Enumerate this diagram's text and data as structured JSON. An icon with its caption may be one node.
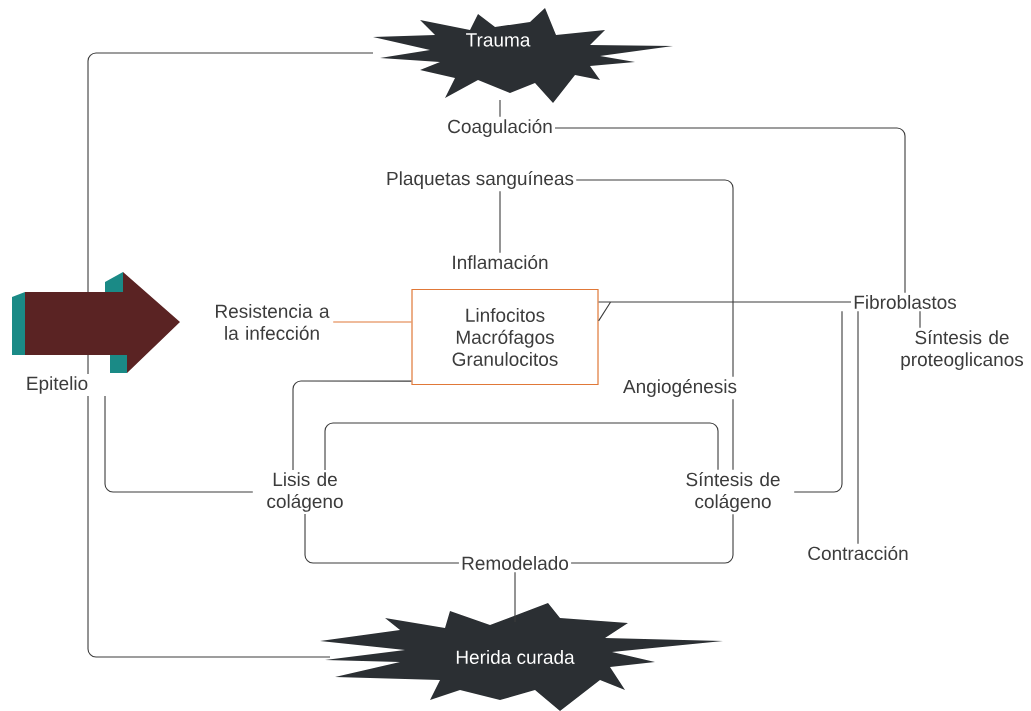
{
  "diagram": {
    "nodes": [
      {
        "text": [
          "Trauma"
        ]
      },
      {
        "text": [
          "Coagulación"
        ]
      },
      {
        "text": [
          "Plaquetas sanguíneas"
        ]
      },
      {
        "text": [
          "Inflamación"
        ]
      },
      {
        "text": [
          "Linfocitos Macrófagos Granulocitos"
        ]
      },
      {
        "text": [
          "Resistencia a la infección"
        ]
      },
      {
        "text": [
          "Epitelio"
        ]
      },
      {
        "text": [
          "Fibroblastos"
        ]
      },
      {
        "text": [
          "Síntesis de proteoglicanos"
        ]
      },
      {
        "text": [
          "Angiogénesis"
        ]
      },
      {
        "text": [
          "Lisis de colágeno"
        ]
      },
      {
        "text": [
          "Síntesis de colágeno"
        ]
      },
      {
        "text": [
          "Contracción"
        ]
      },
      {
        "text": [
          "Remodelado"
        ]
      },
      {
        "text": [
          "Herida curada"
        ]
      }
    ],
    "edges": [
      {
        "from": 0,
        "to": 1,
        "arrow": "none"
      },
      {
        "from": 0,
        "to": 6,
        "arrow": "none"
      },
      {
        "from": 1,
        "to": 7,
        "arrow": "none"
      },
      {
        "from": 2,
        "to": 3,
        "arrow": "none"
      },
      {
        "from": 2,
        "to": 9,
        "arrow": "none"
      },
      {
        "from": 4,
        "to": 7,
        "arrow": "none"
      },
      {
        "from": 5,
        "to": 4,
        "arrow": "none",
        "color": "#e07838"
      },
      {
        "from": 4,
        "to": 10,
        "arrow": "none"
      },
      {
        "from": 7,
        "to": 8,
        "arrow": "none"
      },
      {
        "from": 7,
        "to": 11,
        "arrow": "none"
      },
      {
        "from": 7,
        "to": 12,
        "arrow": "none"
      },
      {
        "from": 9,
        "to": 11,
        "arrow": "none"
      },
      {
        "from": 10,
        "to": 11,
        "arrow": "none"
      },
      {
        "from": 10,
        "to": 13,
        "arrow": "none"
      },
      {
        "from": 11,
        "to": 13,
        "arrow": "none"
      },
      {
        "from": 13,
        "to": 14,
        "arrow": "none"
      },
      {
        "from": 6,
        "to": 10,
        "arrow": "none"
      },
      {
        "from": 6,
        "to": 14,
        "arrow": "none"
      }
    ]
  }
}
